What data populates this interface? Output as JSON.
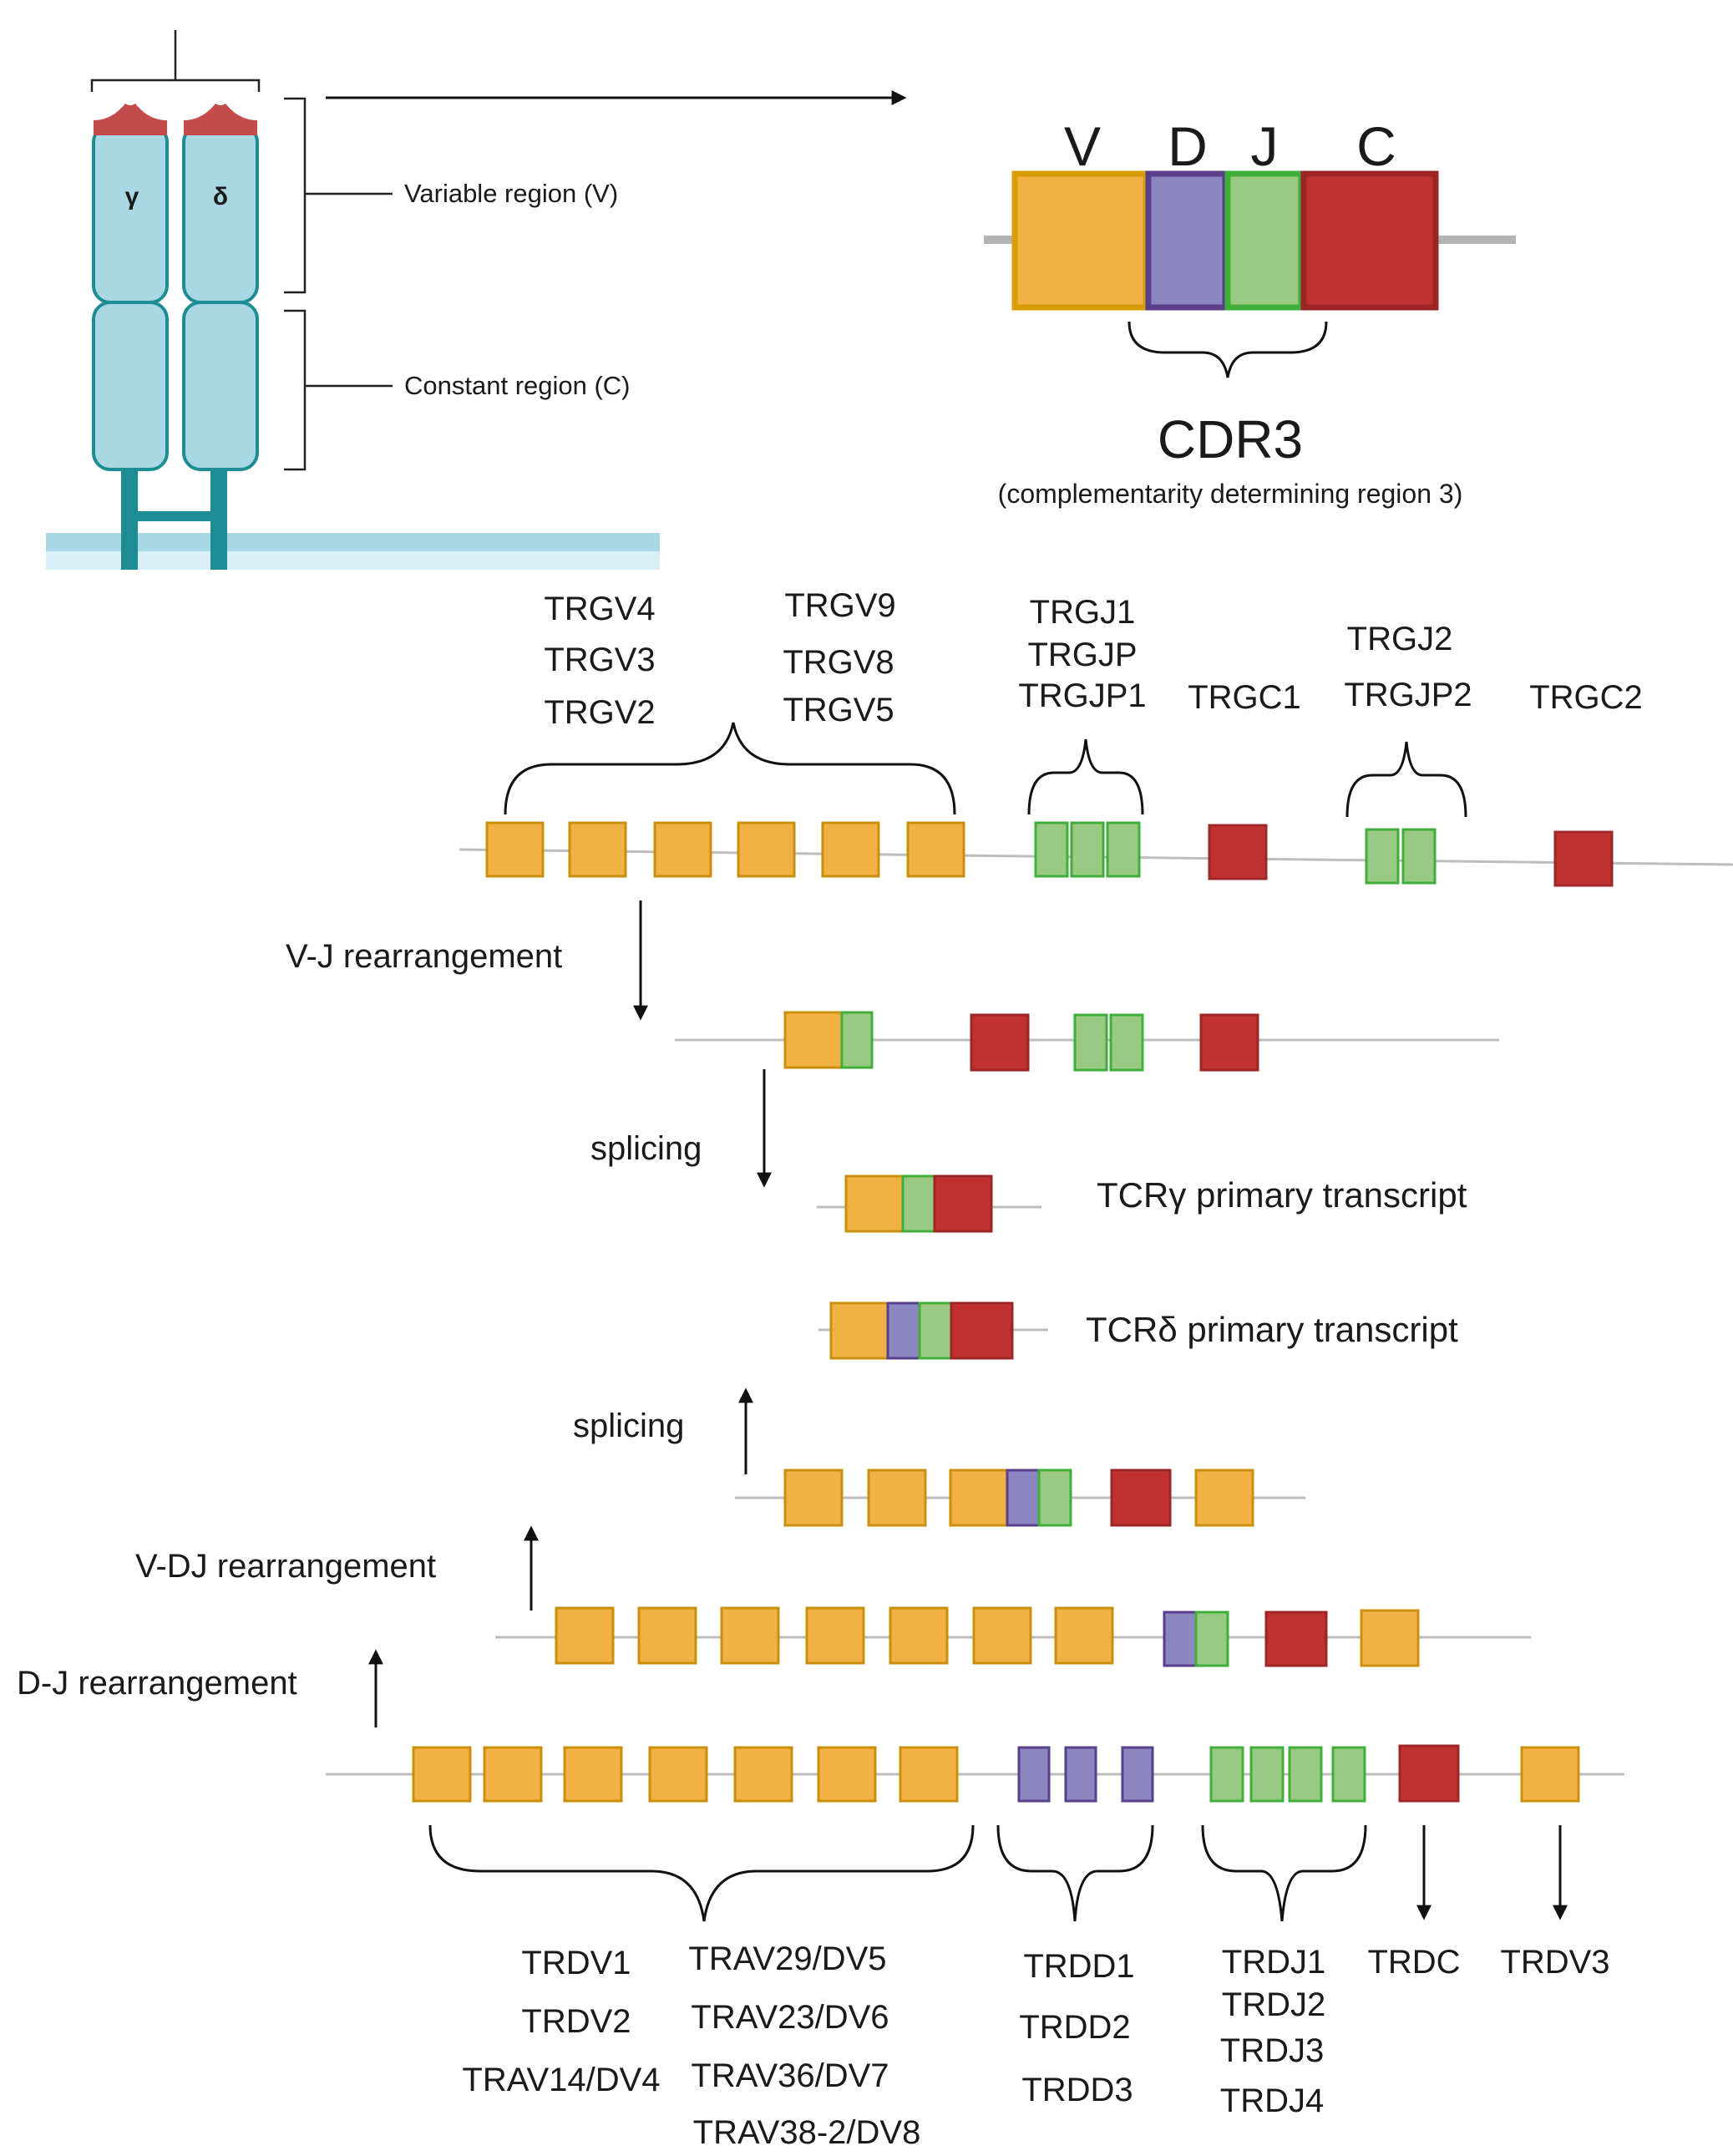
{
  "receptor": {
    "chain_gamma": "γ",
    "chain_delta": "δ",
    "variable_label": "Variable region (V)",
    "constant_label": "Constant region (C)"
  },
  "cdr3": {
    "segment_letters": [
      "V",
      "D",
      "J",
      "C"
    ],
    "title": "CDR3",
    "subtitle": "(complementarity determining region 3)"
  },
  "colors": {
    "v_fill": "#f2b144",
    "v_stroke": "#c9900e",
    "d_fill": "#8b86bf",
    "d_stroke": "#5a3f8c",
    "j_fill": "#99c982",
    "j_stroke": "#3fae3a",
    "c_fill": "#c0312f",
    "c_stroke": "#9c2626",
    "membrane": "#a9d8e6",
    "receptor_fill": "#a8d8e3",
    "receptor_stroke": "#1e8c93",
    "cap": "#c44b4b"
  },
  "gamma_locus": {
    "v_genes_left": [
      "TRGV4",
      "TRGV3",
      "TRGV2"
    ],
    "v_genes_right": [
      "TRGV9",
      "TRGV8",
      "TRGV5"
    ],
    "j_group1": [
      "TRGJ1",
      "TRGJP",
      "TRGJP1"
    ],
    "c1": "TRGC1",
    "j_group2": [
      "TRGJ2",
      "TRGJP2"
    ],
    "c2": "TRGC2"
  },
  "steps": {
    "vj": "V-J rearrangement",
    "splicing_gamma": "splicing",
    "gamma_transcript": "TCRγ primary transcript",
    "delta_transcript": "TCRδ primary transcript",
    "splicing_delta": "splicing",
    "vdj": "V-DJ rearrangement",
    "dj": "D-J rearrangement"
  },
  "delta_locus": {
    "v_genes_col1": [
      "TRDV1",
      "TRDV2",
      "TRAV14/DV4"
    ],
    "v_genes_col2": [
      "TRAV29/DV5",
      "TRAV23/DV6",
      "TRAV36/DV7",
      "TRAV38-2/DV8"
    ],
    "d_genes": [
      "TRDD1",
      "TRDD2",
      "TRDD3"
    ],
    "j_genes": [
      "TRDJ1",
      "TRDJ2",
      "TRDJ3",
      "TRDJ4"
    ],
    "c": "TRDC",
    "v3": "TRDV3"
  }
}
